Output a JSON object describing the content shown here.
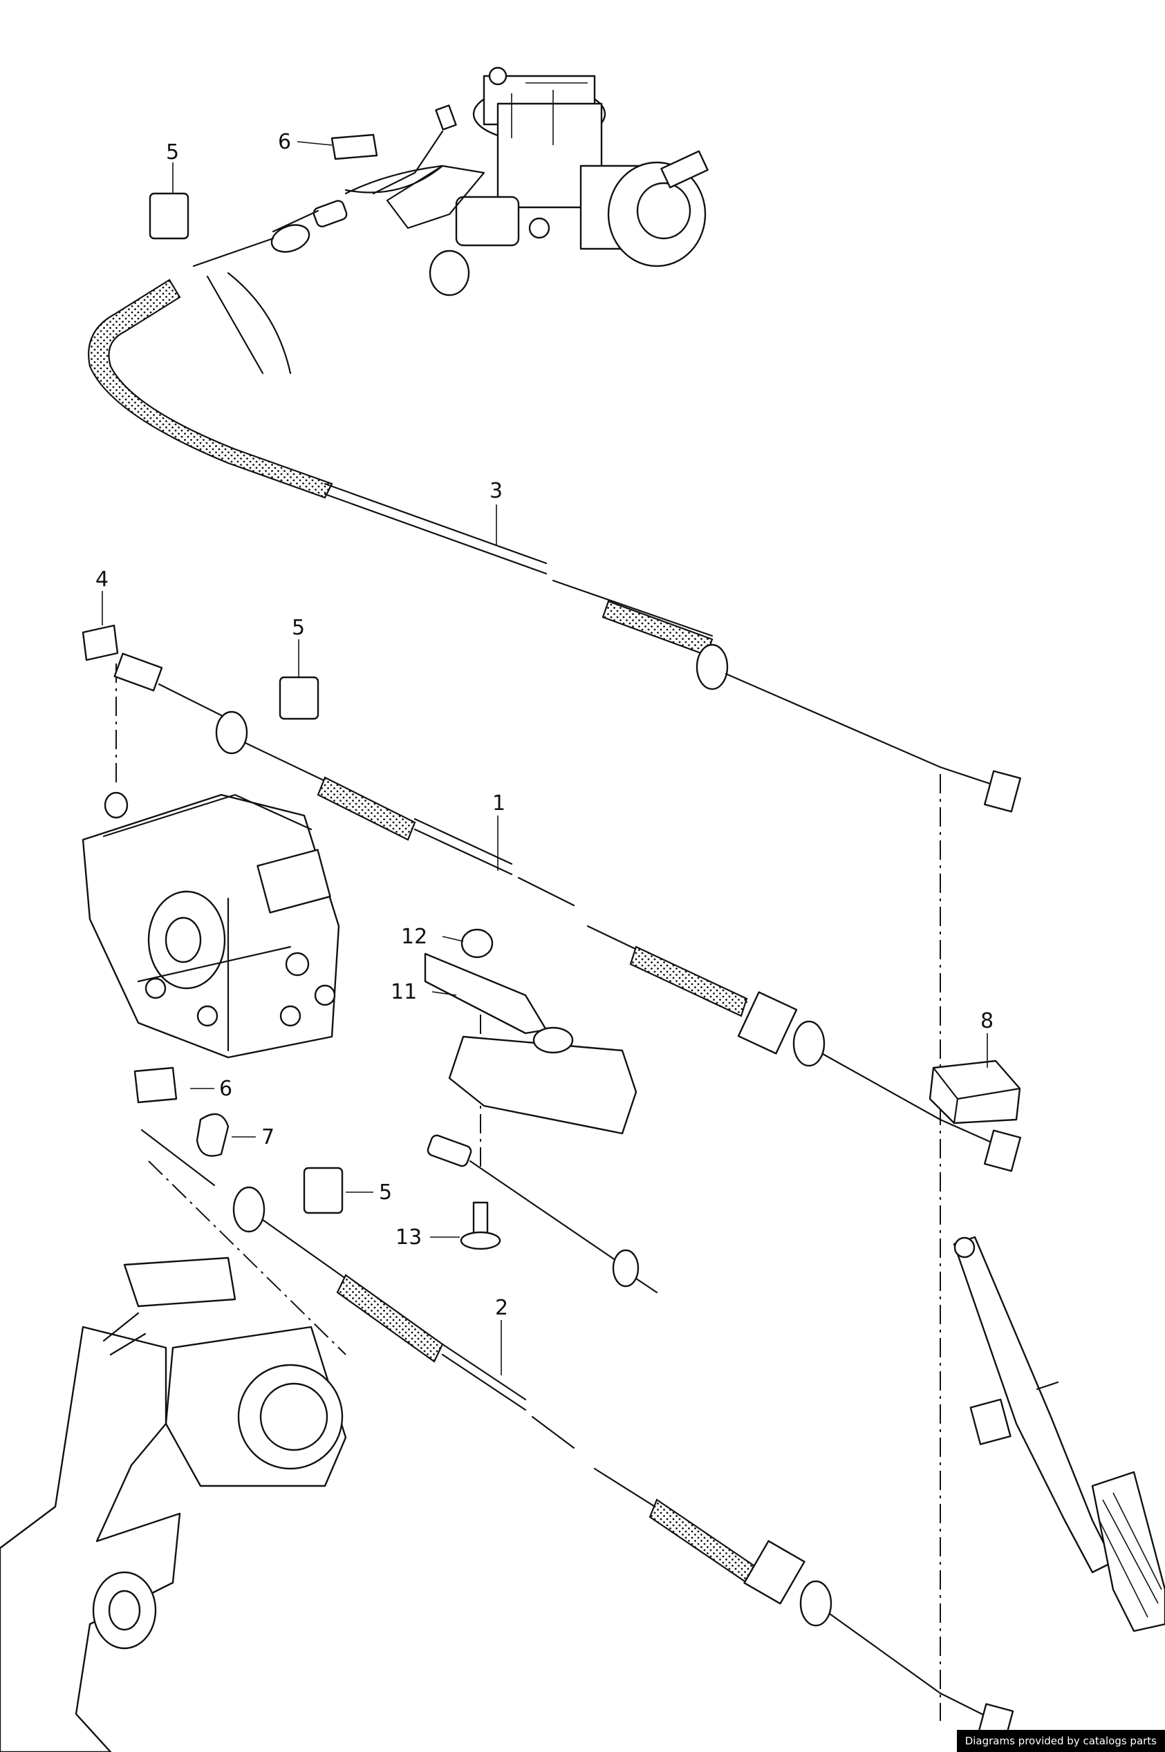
{
  "callouts": [
    {
      "id": "5-top",
      "label": "5"
    },
    {
      "id": "6-top",
      "label": "6"
    },
    {
      "id": "3",
      "label": "3"
    },
    {
      "id": "4",
      "label": "4"
    },
    {
      "id": "5-mid",
      "label": "5"
    },
    {
      "id": "1",
      "label": "1"
    },
    {
      "id": "12",
      "label": "12"
    },
    {
      "id": "11",
      "label": "11"
    },
    {
      "id": "8",
      "label": "8"
    },
    {
      "id": "6-low",
      "label": "6"
    },
    {
      "id": "7",
      "label": "7"
    },
    {
      "id": "5-low",
      "label": "5"
    },
    {
      "id": "13",
      "label": "13"
    },
    {
      "id": "2",
      "label": "2"
    }
  ],
  "footer": {
    "credit": "Diagrams provided by catalogs parts"
  }
}
